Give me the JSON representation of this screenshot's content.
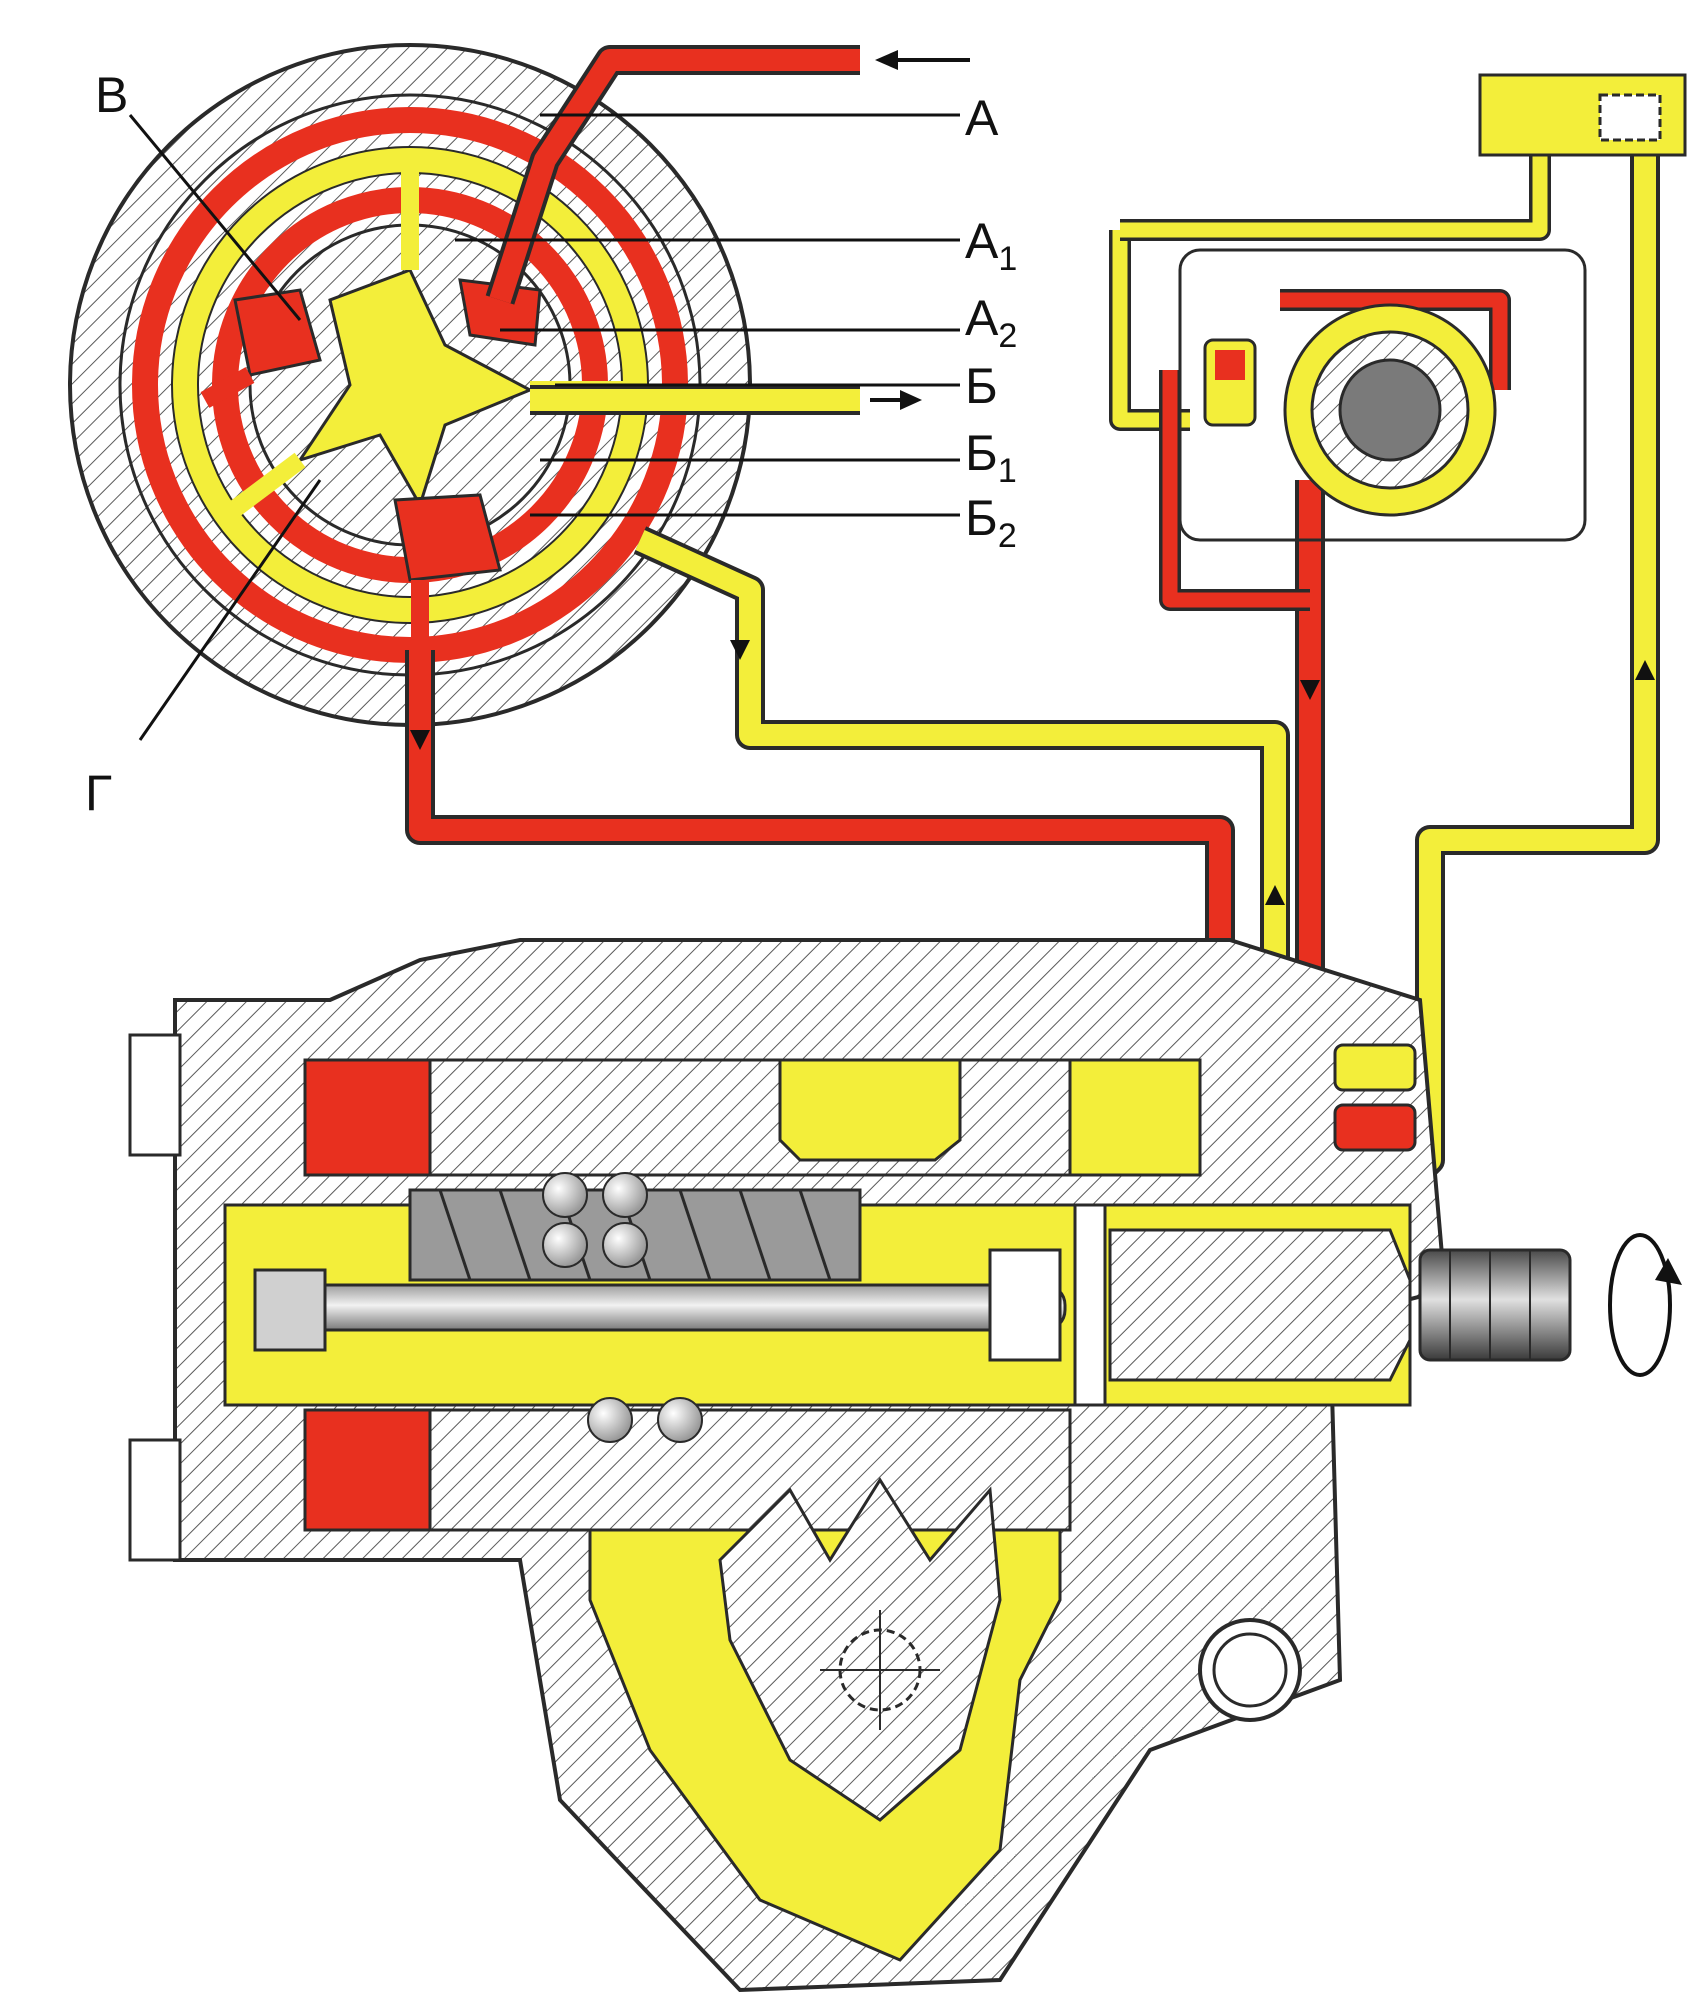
{
  "labels": {
    "A": {
      "main": "А",
      "sub": ""
    },
    "A1": {
      "main": "А",
      "sub": "1"
    },
    "A2": {
      "main": "А",
      "sub": "2"
    },
    "B": {
      "main": "Б",
      "sub": ""
    },
    "B1": {
      "main": "Б",
      "sub": "1"
    },
    "B2": {
      "main": "Б",
      "sub": "2"
    },
    "V": {
      "main": "В",
      "sub": ""
    },
    "G": {
      "main": "Г",
      "sub": ""
    }
  },
  "colors": {
    "pressure_line": "#e8301f",
    "return_line": "#f3ee3a",
    "body_fill": "#ffffff",
    "outline": "#2a2a2a",
    "hatch": "#555555",
    "balls": "#d8d8d8",
    "shaft": "#bfbfbf"
  },
  "icons": {
    "inlet_arrow": "arrow-left-icon",
    "outlet_arrow": "arrow-right-icon",
    "rotation": "rotation-arrow-icon"
  }
}
